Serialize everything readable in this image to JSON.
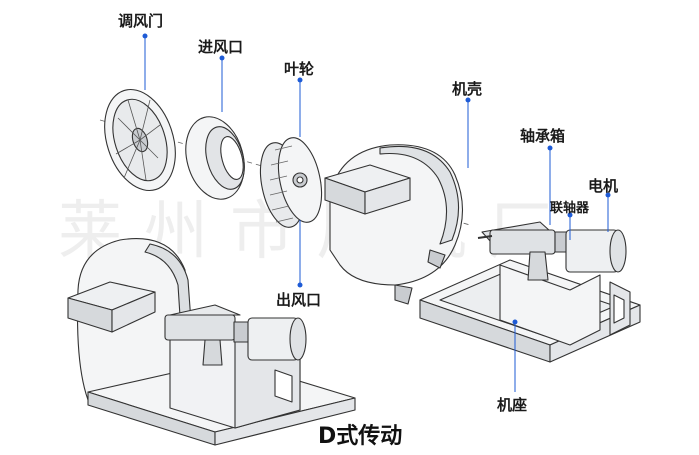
{
  "watermark": "莱州市风机厂",
  "caption": "D式传动",
  "labels": {
    "damper": "调风门",
    "inlet": "进风口",
    "impeller": "叶轮",
    "casing": "机壳",
    "bearing_box": "轴承箱",
    "motor": "电机",
    "coupling": "联轴器",
    "outlet": "出风口",
    "base": "机座"
  },
  "colors": {
    "line": "#333333",
    "leader": "#1e5bd6",
    "dot": "#1e5bd6",
    "fill": "#f4f5f6",
    "shade": "#c9ccd0"
  }
}
